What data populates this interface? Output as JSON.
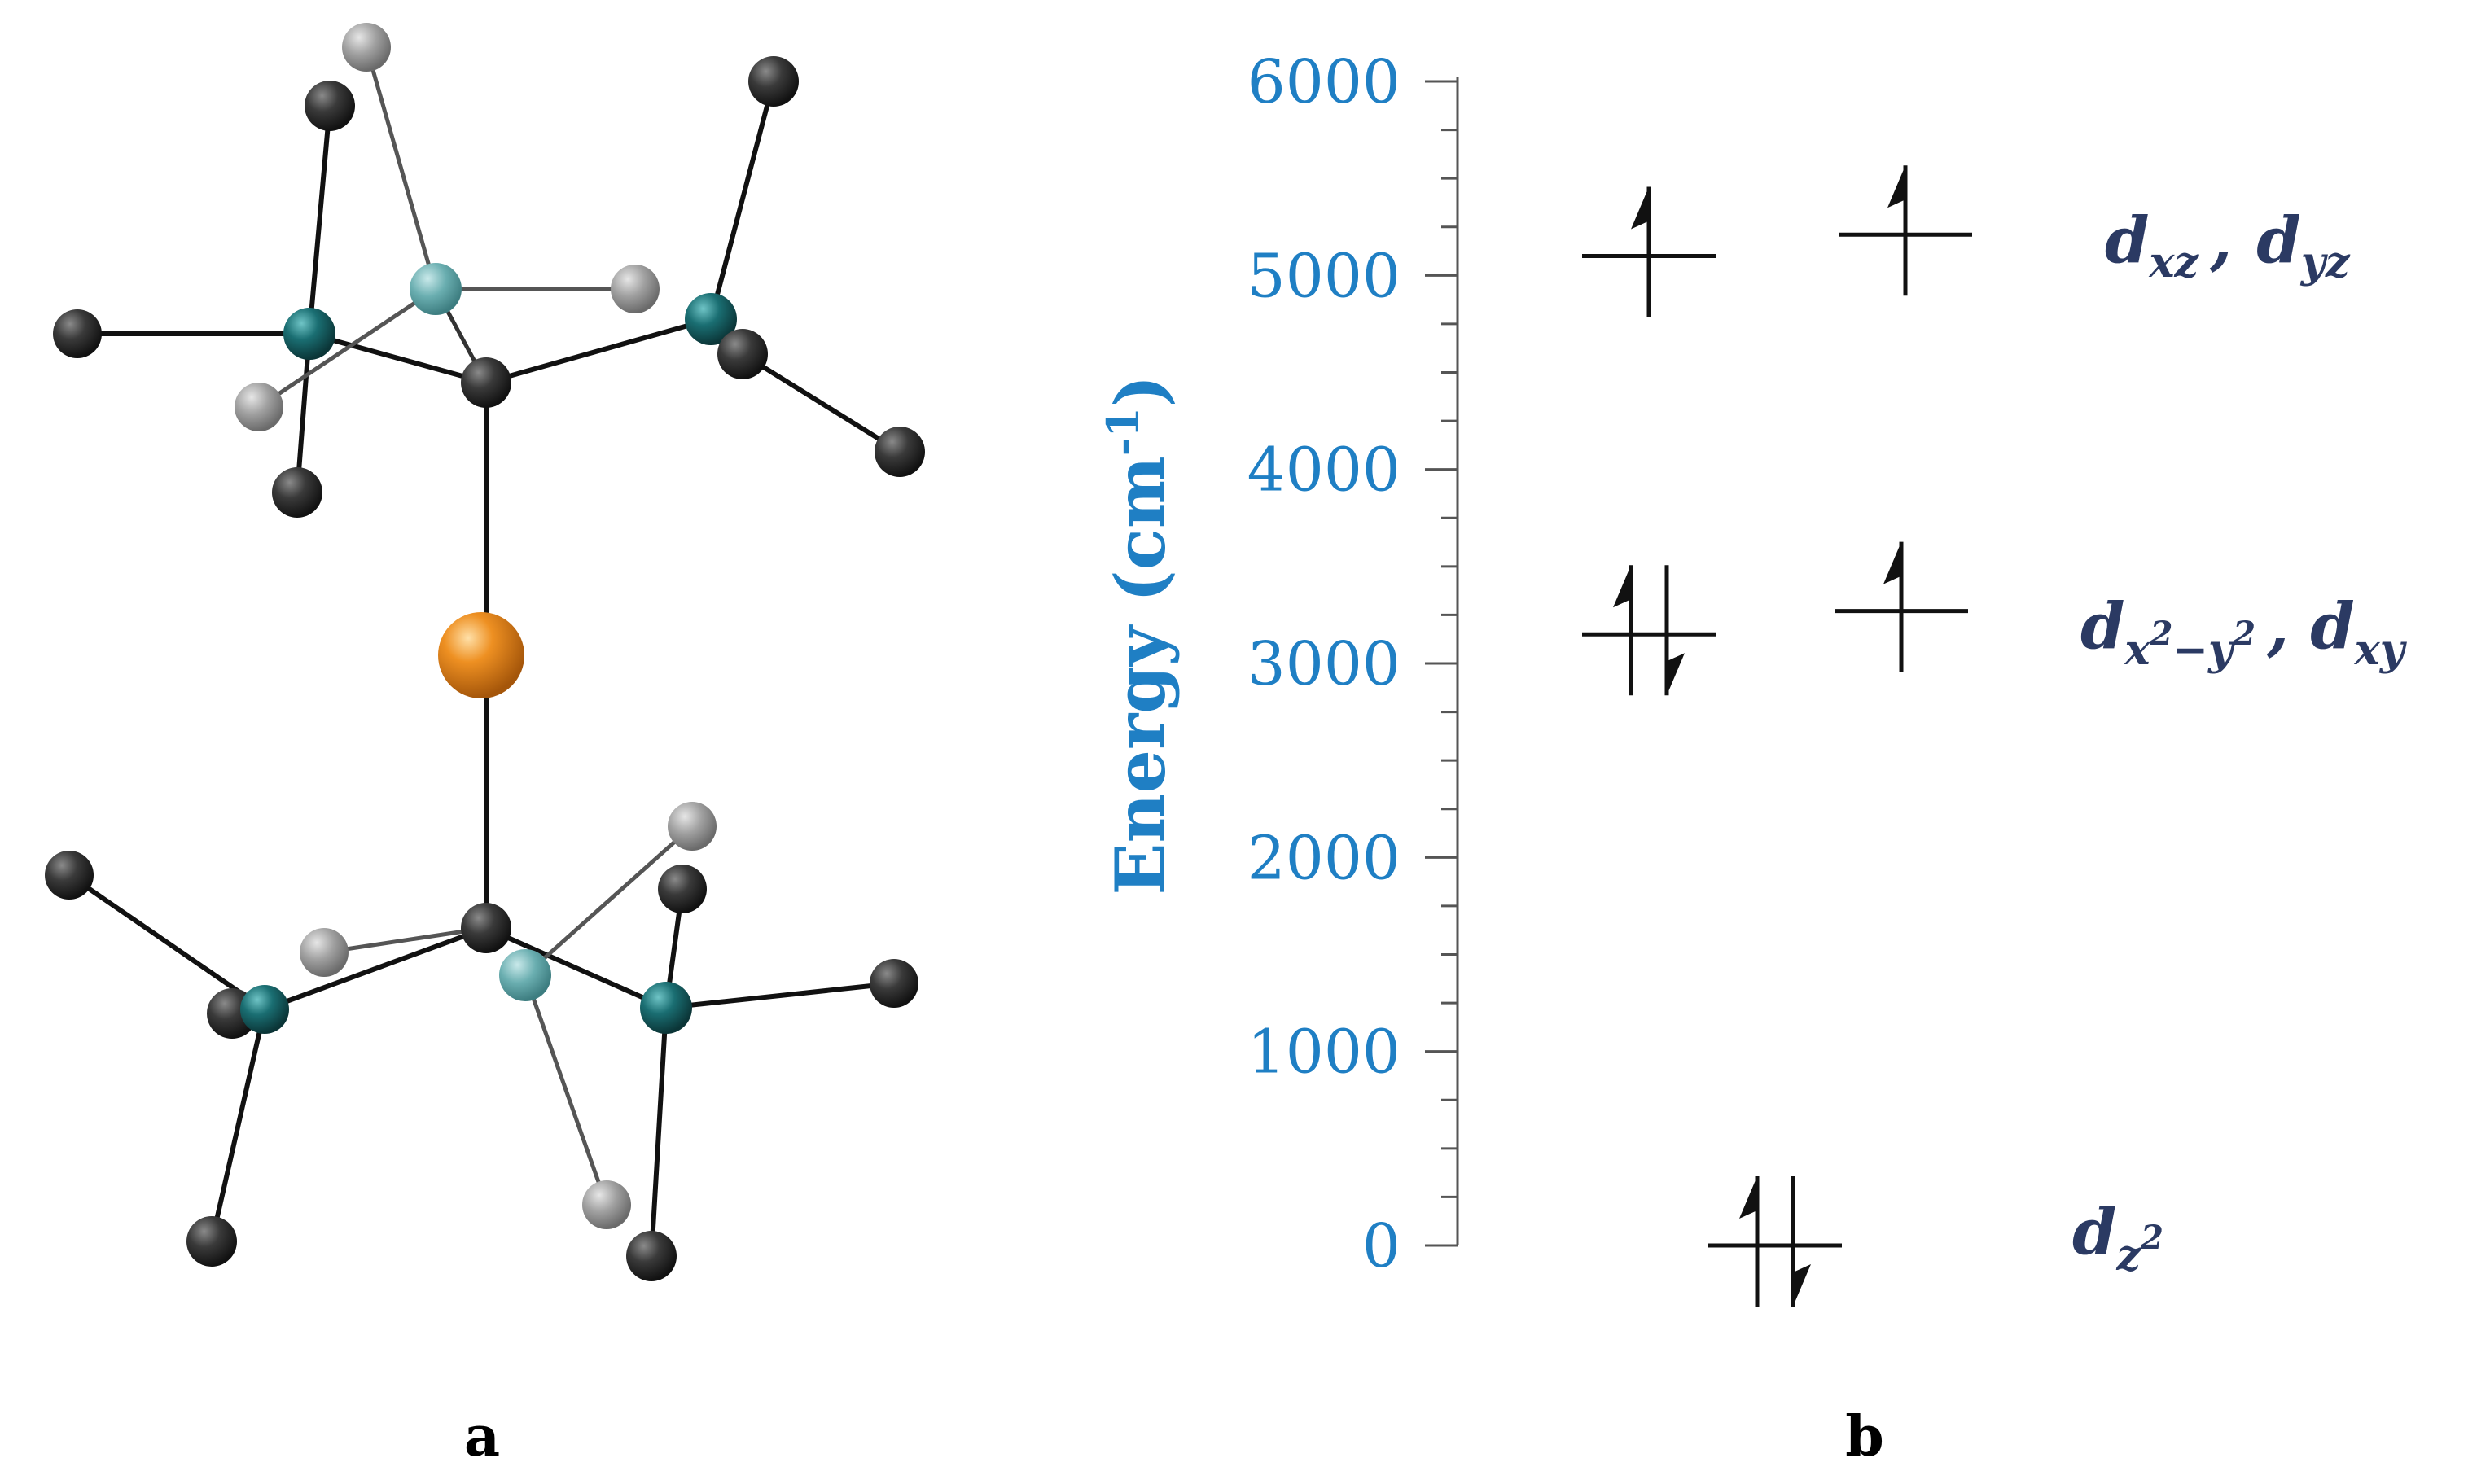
{
  "panels": {
    "a": {
      "label": "a"
    },
    "b": {
      "label": "b"
    }
  },
  "axis": {
    "title_main": "Energy (cm",
    "title_sup": "-1",
    "title_close": ")",
    "ticks": [
      "0",
      "1000",
      "2000",
      "3000",
      "4000",
      "5000",
      "6000"
    ],
    "range": [
      0,
      6000
    ]
  },
  "levels": [
    {
      "name": "dz2",
      "energy": 0,
      "electrons": 2
    },
    {
      "name": "dx2-y2",
      "energy": 3150,
      "electrons": 2
    },
    {
      "name": "dxy",
      "energy": 3270,
      "electrons": 1
    },
    {
      "name": "dxz",
      "energy": 5100,
      "electrons": 1
    },
    {
      "name": "dyz",
      "energy": 5210,
      "electrons": 1
    }
  ],
  "labels": {
    "d": "d",
    "xz": "xz",
    "yz": "yz",
    "x2y2_sub_a": "x",
    "x2y2_sup_a": "2",
    "x2y2_sub_b": "−y",
    "x2y2_sup_b": "2",
    "xy": "xy",
    "z_sub": "z",
    "z_sup": "2",
    "comma": ","
  },
  "colors": {
    "axis": "#1f7fc4",
    "label": "#2b3a63",
    "central_atom": "#e8891c",
    "teal_atom": "#1a6e72",
    "light_teal_atom": "#5fa3a6",
    "dark_atom": "#3a3a3a",
    "grey_atom": "#9a9a9a"
  }
}
